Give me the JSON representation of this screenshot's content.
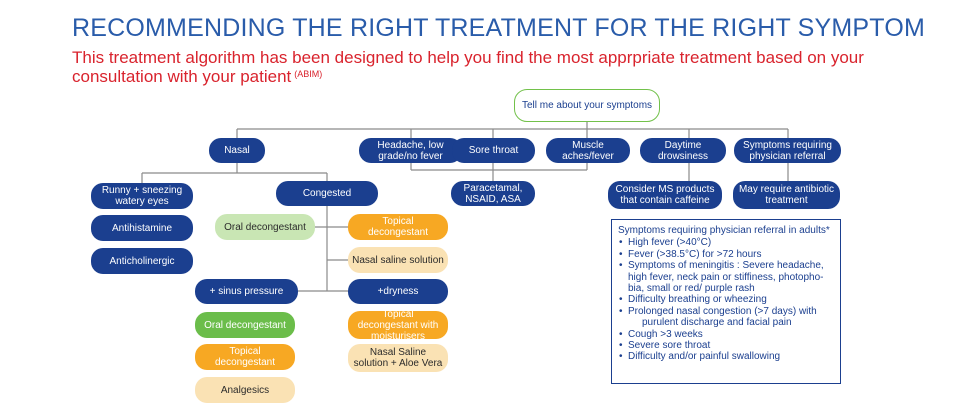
{
  "header": {
    "title": "RECOMMENDING THE RIGHT TREATMENT FOR THE RIGHT SYMPTOM",
    "subtitle": "This treatment algorithm has been designed to help you find the most apprpriate treatment based on your consultation with your patient",
    "subtitle_ref": "(ABIM)"
  },
  "root": {
    "label": "Tell me about your symptoms"
  },
  "categories": {
    "nasal": "Nasal",
    "headache": "Headache, low grade/no fever",
    "sore_throat": "Sore throat",
    "muscle": "Muscle aches/fever",
    "daytime": "Daytime drowsiness",
    "referral": "Symptoms requiring physician referral"
  },
  "nasal": {
    "runny": "Runny + sneezing watery eyes",
    "antihistamine": "Antihistamine",
    "anticholinergic": "Anticholinergic",
    "congested": "Congested",
    "oral_decongestant": "Oral decongestant",
    "topical_decongestant": "Topical decongestant",
    "nasal_saline": "Nasal saline solution",
    "sinus_pressure": "+ sinus pressure",
    "dryness": "+dryness",
    "sinus_oral": "Oral decongestant",
    "sinus_topical": "Topical decongestant",
    "analgesics": "Analgesics",
    "dry_topical": "Topical decongestant with moisturisers",
    "dry_saline": "Nasal Saline solution + Aloe Vera"
  },
  "treatments": {
    "paracetamol": "Paracetamal, NSAID, ASA",
    "ms_products": "Consider MS products that contain caffeine",
    "antibiotic": "May require antibiotic treatment"
  },
  "referral_box": {
    "title": "Symptoms requiring physician referral in adults*",
    "items": [
      "High fever (>40°C)",
      "Fever (>38.5°C) for >72 hours",
      "Symptoms of meningitis : Severe headache,",
      "Difficulty breathing or wheezing",
      "Prolonged nasal congestion (>7 days) with",
      "Cough >3 weeks",
      "Severe sore throat",
      "Difficulty and/or painful swallowing"
    ],
    "meningitis_cont1": "high fever, neck pain or stiffiness, photopho-",
    "meningitis_cont2": "bia,  small or red/ purple rash",
    "congestion_cont": "purulent discharge and facial pain"
  },
  "colors": {
    "title": "#2a5caa",
    "subtitle": "#d9232d",
    "navy": "#1b3f8f",
    "green": "#6bbd4a",
    "light_green": "#c9e6b4",
    "orange": "#f7a823",
    "beige": "#fae2b4",
    "root_border": "#72c14a"
  }
}
